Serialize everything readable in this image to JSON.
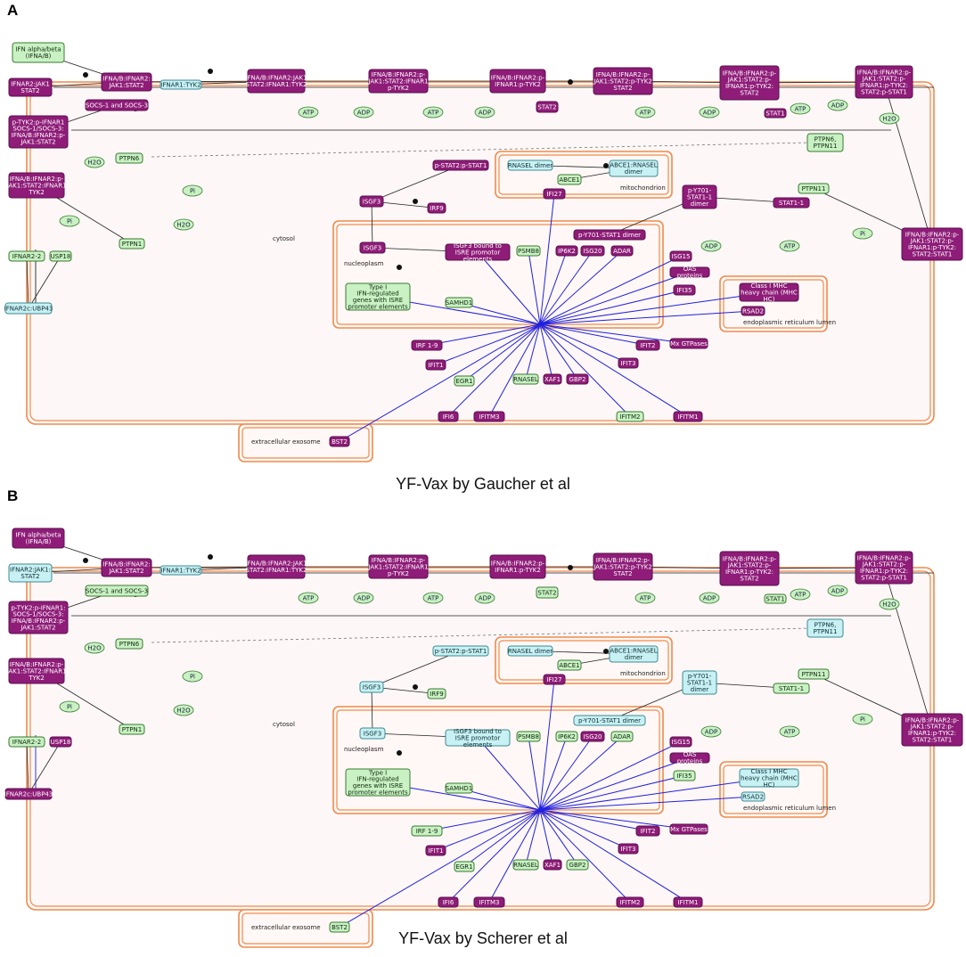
{
  "colors": {
    "compartment": "#f08a4b",
    "complex_up": "#8e1c78",
    "complex_up_border": "#5a0f4c",
    "neutral_fill": "#c9f1c4",
    "neutral_border": "#3a7a32",
    "cyan_fill": "#c8f1f4",
    "cyan_border": "#3c8b94",
    "regulation_edge": "#2020e0",
    "reaction_edge": "#222222",
    "cytosol_bg": "#fdf7f7"
  },
  "compartments": {
    "cytosol": "cytosol",
    "nucleoplasm": "nucleoplasm",
    "mitochondrion": "mitochondrion",
    "er": "endoplasmic reticulum lumen",
    "exosome": "extracellular exosome"
  },
  "panels": [
    {
      "letter": "A",
      "caption": "YF-Vax by Gaucher et al",
      "nodes": [
        {
          "id": "ifn",
          "text": "IFN alpha/beta (IFNA/B)",
          "state": "neutral"
        },
        {
          "id": "ifnar2jak1",
          "text": "IFNAR2:JAK1 STAT2",
          "state": "up"
        },
        {
          "id": "c1",
          "text": "IFNA/B:IFNAR2: JAK1:STAT2",
          "state": "up"
        },
        {
          "id": "ifnar1tyk2",
          "text": "IFNAR1:TYK2",
          "state": "cyan"
        },
        {
          "id": "socs",
          "text": "SOCS-1 and SOCS-3",
          "state": "up"
        },
        {
          "id": "ptyk2",
          "text": "p-TYK2:p-IFNAR1 SOCS-1/SOCS-3: IFNA/B:IFNAR2:p- JAK1:STAT2",
          "state": "up"
        },
        {
          "id": "c2",
          "text": "IFNA/B:IFNAR2:JAK1 STAT2:IFNAR1:TYK2",
          "state": "up"
        },
        {
          "id": "c3",
          "text": "IFNA/B:IFNAR2:p- JAK1:STAT2:IFNAR1 p-TYK2",
          "state": "up"
        },
        {
          "id": "c4",
          "text": "IFNA/B:IFNAR2:p- IFNAR1:p-TYK2",
          "state": "up"
        },
        {
          "id": "c5",
          "text": "IFNA/B:IFNAR2:p- JAK1:STAT2:p-TYK2 STAT2",
          "state": "up"
        },
        {
          "id": "c6",
          "text": "IFNA/B:IFNAR2:p- JAK1:STAT2:p- IFNAR1:p-TYK2: STAT2",
          "state": "up"
        },
        {
          "id": "c7",
          "text": "IFNA/B:IFNAR2:p- JAK1:STAT2:p- IFNAR1:p-TYK2: STAT2:p-STAT1",
          "state": "up"
        },
        {
          "id": "stat2",
          "text": "STAT2",
          "state": "up"
        },
        {
          "id": "stat1",
          "text": "STAT1",
          "state": "up"
        },
        {
          "id": "ptpn6_11",
          "text": "PTPN6, PTPN11",
          "state": "neutral"
        },
        {
          "id": "ptpn6",
          "text": "PTPN6",
          "state": "neutral"
        },
        {
          "id": "c8",
          "text": "IFNA/B:IFNAR2:p- JAK1:STAT2:IFNAR1 TYK2",
          "state": "up"
        },
        {
          "id": "ptpn1",
          "text": "PTPN1",
          "state": "neutral"
        },
        {
          "id": "ptpn11",
          "text": "PTPN11",
          "state": "neutral"
        },
        {
          "id": "pstat2",
          "text": "p-STAT2:p-STAT1",
          "state": "up"
        },
        {
          "id": "rnasel_dimer",
          "text": "RNASEL dimer",
          "state": "cyan"
        },
        {
          "id": "abce1",
          "text": "ABCE1",
          "state": "neutral"
        },
        {
          "id": "abce1_rnasel",
          "text": "ABCE1:RNASEL dimer",
          "state": "cyan"
        },
        {
          "id": "py701",
          "text": "p-Y701- STAT1-1 dimer",
          "state": "up"
        },
        {
          "id": "isgf3a",
          "text": "ISGF3",
          "state": "up"
        },
        {
          "id": "irf9",
          "text": "IRF9",
          "state": "up"
        },
        {
          "id": "stat1_1",
          "text": "STAT1-1",
          "state": "up"
        },
        {
          "id": "ifi27",
          "text": "IFI27",
          "state": "up"
        },
        {
          "id": "isgf3b",
          "text": "ISGF3",
          "state": "up"
        },
        {
          "id": "isgf3_isre",
          "text": "ISGF3 bound to ISRE promotor elements",
          "state": "up"
        },
        {
          "id": "psm",
          "text": "PSMB8",
          "state": "neutral"
        },
        {
          "id": "ip6k2",
          "text": "IP6K2",
          "state": "up"
        },
        {
          "id": "isg20",
          "text": "ISG20",
          "state": "up"
        },
        {
          "id": "adar",
          "text": "ADAR",
          "state": "up"
        },
        {
          "id": "py701_dimer",
          "text": "p-Y701-STAT1 dimer",
          "state": "up"
        },
        {
          "id": "isg15",
          "text": "ISG15",
          "state": "up"
        },
        {
          "id": "oas",
          "text": "OAS proteins",
          "state": "up"
        },
        {
          "id": "ifi35",
          "text": "IFI35",
          "state": "up"
        },
        {
          "id": "genes",
          "text": "Type I IFN-regulated genes with ISRE promoter elements",
          "state": "neutral"
        },
        {
          "id": "samhd1",
          "text": "SAMHD1",
          "state": "neutral"
        },
        {
          "id": "mhc",
          "text": "Class I MHC heavy chain (MHC HC)",
          "state": "up"
        },
        {
          "id": "rsad2",
          "text": "RSAD2",
          "state": "up"
        },
        {
          "id": "ifnar2_2",
          "text": "IFNAR2-2",
          "state": "neutral"
        },
        {
          "id": "usp18",
          "text": "USP18",
          "state": "neutral"
        },
        {
          "id": "ifnar2c",
          "text": "IFNAR2c:UBP43",
          "state": "cyan"
        },
        {
          "id": "irf19",
          "text": "IRF 1-9",
          "state": "up"
        },
        {
          "id": "ifit2",
          "text": "IFIT2",
          "state": "up"
        },
        {
          "id": "mx",
          "text": "Mx GTPases",
          "state": "up"
        },
        {
          "id": "ifit1",
          "text": "IFIT1",
          "state": "up"
        },
        {
          "id": "ifit3",
          "text": "IFIT3",
          "state": "up"
        },
        {
          "id": "egr1",
          "text": "EGR1",
          "state": "neutral"
        },
        {
          "id": "rnasel",
          "text": "RNASEL",
          "state": "neutral"
        },
        {
          "id": "xaf1",
          "text": "XAF1",
          "state": "up"
        },
        {
          "id": "gbp2",
          "text": "GBP2",
          "state": "up"
        },
        {
          "id": "ifi6",
          "text": "IFI6",
          "state": "up"
        },
        {
          "id": "ifitm3",
          "text": "IFITM3",
          "state": "up"
        },
        {
          "id": "ifitm2",
          "text": "IFITM2",
          "state": "neutral"
        },
        {
          "id": "ifitm1",
          "text": "IFITM1",
          "state": "up"
        },
        {
          "id": "bst2",
          "text": "BST2",
          "state": "up"
        },
        {
          "id": "c9",
          "text": "IFNA/B:IFNAR2:p- JAK1:STAT2:p- IFNAR1:p-TYK2: STAT2:STAT1",
          "state": "up"
        }
      ]
    },
    {
      "letter": "B",
      "caption": "YF-Vax by Scherer et al",
      "nodes": [
        {
          "id": "ifn",
          "text": "IFN alpha/beta (IFNA/B)",
          "state": "up"
        },
        {
          "id": "ifnar2jak1",
          "text": "IFNAR2:JAK1: STAT2",
          "state": "cyan"
        },
        {
          "id": "c1",
          "text": "IFNA/B:IFNAR2: JAK1:STAT2",
          "state": "up"
        },
        {
          "id": "ifnar1tyk2",
          "text": "IFNAR1:TYK2",
          "state": "cyan"
        },
        {
          "id": "socs",
          "text": "SOCS-1 and SOCS-3",
          "state": "neutral"
        },
        {
          "id": "ptyk2",
          "text": "p-TYK2:p-IFNAR1: SOCS-1/SOCS-3: IFNA/B:IFNAR2:p- JAK1:STAT2",
          "state": "up"
        },
        {
          "id": "c2",
          "text": "IFNA/B:IFNAR2:JAK1 STAT2:IFNAR1:TYK2",
          "state": "up"
        },
        {
          "id": "c3",
          "text": "IFNA/B:IFNAR2:p- JAK1:STAT2:IFNAR1 p-TYK2",
          "state": "up"
        },
        {
          "id": "c4",
          "text": "IFNA/B:IFNAR2:p- IFNAR1:p-TYK2",
          "state": "up"
        },
        {
          "id": "c5",
          "text": "IFNA/B:IFNAR2:p- JAK1:STAT2:p-TYK2 STAT2",
          "state": "up"
        },
        {
          "id": "c6",
          "text": "IFNA/B:IFNAR2:p- JAK1:STAT2:p- IFNAR1:p-TYK2: STAT2",
          "state": "up"
        },
        {
          "id": "c7",
          "text": "IFNA/B:IFNAR2:p- JAK1:STAT2:p- IFNAR1:p-TYK2: STAT2:p-STAT1",
          "state": "up"
        },
        {
          "id": "stat2",
          "text": "STAT2",
          "state": "neutral"
        },
        {
          "id": "stat1",
          "text": "STAT1",
          "state": "neutral"
        },
        {
          "id": "ptpn6_11",
          "text": "PTPN6, PTPN11",
          "state": "cyan"
        },
        {
          "id": "ptpn6",
          "text": "PTPN6",
          "state": "neutral"
        },
        {
          "id": "c8",
          "text": "IFNA/B:IFNAR2:p- JAK1:STAT2:IFNAR1 TYK2",
          "state": "up"
        },
        {
          "id": "ptpn1",
          "text": "PTPN1",
          "state": "neutral"
        },
        {
          "id": "ptpn11",
          "text": "PTPN11",
          "state": "neutral"
        },
        {
          "id": "pstat2",
          "text": "p-STAT2:p-STAT1",
          "state": "cyan"
        },
        {
          "id": "rnasel_dimer",
          "text": "RNASEL dimer",
          "state": "cyan"
        },
        {
          "id": "abce1",
          "text": "ABCE1",
          "state": "neutral"
        },
        {
          "id": "abce1_rnasel",
          "text": "ABCE1:RNASEL dimer",
          "state": "cyan"
        },
        {
          "id": "py701",
          "text": "p-Y701- STAT1-1 dimer",
          "state": "cyan"
        },
        {
          "id": "isgf3a",
          "text": "ISGF3",
          "state": "cyan"
        },
        {
          "id": "irf9",
          "text": "IRF9",
          "state": "neutral"
        },
        {
          "id": "stat1_1",
          "text": "STAT1-1",
          "state": "neutral"
        },
        {
          "id": "ifi27",
          "text": "IFI27",
          "state": "up"
        },
        {
          "id": "isgf3b",
          "text": "ISGF3",
          "state": "cyan"
        },
        {
          "id": "isgf3_isre",
          "text": "ISGF3 bound to ISRE promotor elements",
          "state": "cyan"
        },
        {
          "id": "psm",
          "text": "PSMB8",
          "state": "neutral"
        },
        {
          "id": "ip6k2",
          "text": "IP6K2",
          "state": "neutral"
        },
        {
          "id": "isg20",
          "text": "ISG20",
          "state": "up"
        },
        {
          "id": "adar",
          "text": "ADAR",
          "state": "neutral"
        },
        {
          "id": "py701_dimer",
          "text": "p-Y701-STAT1 dimer",
          "state": "cyan"
        },
        {
          "id": "isg15",
          "text": "ISG15",
          "state": "up"
        },
        {
          "id": "oas",
          "text": "OAS proteins",
          "state": "up"
        },
        {
          "id": "ifi35",
          "text": "IFI35",
          "state": "neutral"
        },
        {
          "id": "genes",
          "text": "Type I IFN-regulated genes with ISRE promoter elements",
          "state": "neutral"
        },
        {
          "id": "samhd1",
          "text": "SAMHD1",
          "state": "neutral"
        },
        {
          "id": "mhc",
          "text": "Class I MHC heavy chain (MHC HC)",
          "state": "cyan"
        },
        {
          "id": "rsad2",
          "text": "RSAD2",
          "state": "cyan"
        },
        {
          "id": "ifnar2_2",
          "text": "IFNAR2-2",
          "state": "neutral"
        },
        {
          "id": "usp18",
          "text": "USP18",
          "state": "up"
        },
        {
          "id": "ifnar2c",
          "text": "IFNAR2c:UBP43",
          "state": "up"
        },
        {
          "id": "irf19",
          "text": "IRF 1-9",
          "state": "neutral"
        },
        {
          "id": "ifit2",
          "text": "IFIT2",
          "state": "up"
        },
        {
          "id": "mx",
          "text": "Mx GTPases",
          "state": "up"
        },
        {
          "id": "ifit1",
          "text": "IFIT1",
          "state": "up"
        },
        {
          "id": "ifit3",
          "text": "IFIT3",
          "state": "up"
        },
        {
          "id": "egr1",
          "text": "EGR1",
          "state": "neutral"
        },
        {
          "id": "rnasel",
          "text": "RNASEL",
          "state": "neutral"
        },
        {
          "id": "xaf1",
          "text": "XAF1",
          "state": "up"
        },
        {
          "id": "gbp2",
          "text": "GBP2",
          "state": "neutral"
        },
        {
          "id": "ifi6",
          "text": "IFI6",
          "state": "up"
        },
        {
          "id": "ifitm3",
          "text": "IFITM3",
          "state": "up"
        },
        {
          "id": "ifitm2",
          "text": "IFITM2",
          "state": "up"
        },
        {
          "id": "ifitm1",
          "text": "IFITM1",
          "state": "up"
        },
        {
          "id": "bst2",
          "text": "BST2",
          "state": "neutral"
        },
        {
          "id": "c9",
          "text": "IFNA/B:IFNAR2:p- JAK1:STAT2:p- IFNAR1:p-TYK2: STAT2:STAT1",
          "state": "up"
        }
      ]
    }
  ],
  "small_molecules": {
    "atp": "ATP",
    "adp": "ADP",
    "h2o": "H2O",
    "pi": "Pi"
  }
}
